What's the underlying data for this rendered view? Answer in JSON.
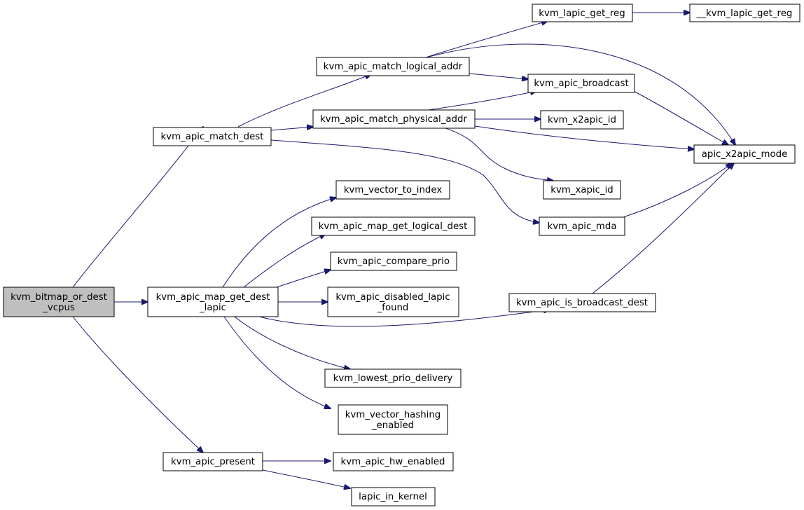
{
  "nodes": {
    "kvm_bitmap_or_dest_vcpus": {
      "lines": [
        "kvm_bitmap_or_dest",
        "_vcpus"
      ]
    },
    "kvm_apic_match_dest": {
      "lines": [
        "kvm_apic_match_dest"
      ]
    },
    "kvm_apic_map_get_dest_lapic": {
      "lines": [
        "kvm_apic_map_get_dest",
        "_lapic"
      ]
    },
    "kvm_apic_present": {
      "lines": [
        "kvm_apic_present"
      ]
    },
    "kvm_apic_match_logical_addr": {
      "lines": [
        "kvm_apic_match_logical_addr"
      ]
    },
    "kvm_apic_match_physical_addr": {
      "lines": [
        "kvm_apic_match_physical_addr"
      ]
    },
    "kvm_apic_mda": {
      "lines": [
        "kvm_apic_mda"
      ]
    },
    "kvm_lapic_get_reg": {
      "lines": [
        "kvm_lapic_get_reg"
      ]
    },
    "__kvm_lapic_get_reg": {
      "lines": [
        "__kvm_lapic_get_reg"
      ]
    },
    "kvm_apic_broadcast": {
      "lines": [
        "kvm_apic_broadcast"
      ]
    },
    "apic_x2apic_mode": {
      "lines": [
        "apic_x2apic_mode"
      ]
    },
    "kvm_x2apic_id": {
      "lines": [
        "kvm_x2apic_id"
      ]
    },
    "kvm_xapic_id": {
      "lines": [
        "kvm_xapic_id"
      ]
    },
    "kvm_vector_to_index": {
      "lines": [
        "kvm_vector_to_index"
      ]
    },
    "kvm_apic_map_get_logical_dest": {
      "lines": [
        "kvm_apic_map_get_logical_dest"
      ]
    },
    "kvm_apic_compare_prio": {
      "lines": [
        "kvm_apic_compare_prio"
      ]
    },
    "kvm_apic_disabled_lapic_found": {
      "lines": [
        "kvm_apic_disabled_lapic",
        "_found"
      ]
    },
    "kvm_apic_is_broadcast_dest": {
      "lines": [
        "kvm_apic_is_broadcast_dest"
      ]
    },
    "kvm_lowest_prio_delivery": {
      "lines": [
        "kvm_lowest_prio_delivery"
      ]
    },
    "kvm_vector_hashing_enabled": {
      "lines": [
        "kvm_vector_hashing",
        "_enabled"
      ]
    },
    "kvm_apic_hw_enabled": {
      "lines": [
        "kvm_apic_hw_enabled"
      ]
    },
    "lapic_in_kernel": {
      "lines": [
        "lapic_in_kernel"
      ]
    }
  },
  "edges": [
    [
      "kvm_bitmap_or_dest_vcpus",
      "kvm_apic_match_dest"
    ],
    [
      "kvm_bitmap_or_dest_vcpus",
      "kvm_apic_map_get_dest_lapic"
    ],
    [
      "kvm_bitmap_or_dest_vcpus",
      "kvm_apic_present"
    ],
    [
      "kvm_apic_match_dest",
      "kvm_apic_match_logical_addr"
    ],
    [
      "kvm_apic_match_dest",
      "kvm_apic_match_physical_addr"
    ],
    [
      "kvm_apic_match_dest",
      "kvm_apic_mda"
    ],
    [
      "kvm_apic_match_logical_addr",
      "kvm_lapic_get_reg"
    ],
    [
      "kvm_apic_match_logical_addr",
      "kvm_apic_broadcast"
    ],
    [
      "kvm_apic_match_logical_addr",
      "apic_x2apic_mode"
    ],
    [
      "kvm_lapic_get_reg",
      "__kvm_lapic_get_reg"
    ],
    [
      "kvm_apic_match_physical_addr",
      "kvm_apic_broadcast"
    ],
    [
      "kvm_apic_match_physical_addr",
      "kvm_x2apic_id"
    ],
    [
      "kvm_apic_match_physical_addr",
      "apic_x2apic_mode"
    ],
    [
      "kvm_apic_match_physical_addr",
      "kvm_xapic_id"
    ],
    [
      "kvm_apic_broadcast",
      "apic_x2apic_mode"
    ],
    [
      "kvm_apic_mda",
      "apic_x2apic_mode"
    ],
    [
      "kvm_apic_map_get_dest_lapic",
      "kvm_vector_to_index"
    ],
    [
      "kvm_apic_map_get_dest_lapic",
      "kvm_apic_map_get_logical_dest"
    ],
    [
      "kvm_apic_map_get_dest_lapic",
      "kvm_apic_compare_prio"
    ],
    [
      "kvm_apic_map_get_dest_lapic",
      "kvm_apic_disabled_lapic_found"
    ],
    [
      "kvm_apic_map_get_dest_lapic",
      "kvm_apic_is_broadcast_dest"
    ],
    [
      "kvm_apic_map_get_dest_lapic",
      "kvm_lowest_prio_delivery"
    ],
    [
      "kvm_apic_map_get_dest_lapic",
      "kvm_vector_hashing_enabled"
    ],
    [
      "kvm_apic_is_broadcast_dest",
      "apic_x2apic_mode"
    ],
    [
      "kvm_apic_present",
      "kvm_apic_hw_enabled"
    ],
    [
      "kvm_apic_present",
      "lapic_in_kernel"
    ]
  ],
  "colors": {
    "edge": "#191970",
    "root_fill": "#bfbfbf",
    "node_fill": "#ffffff"
  },
  "root": "kvm_bitmap_or_dest_vcpus"
}
